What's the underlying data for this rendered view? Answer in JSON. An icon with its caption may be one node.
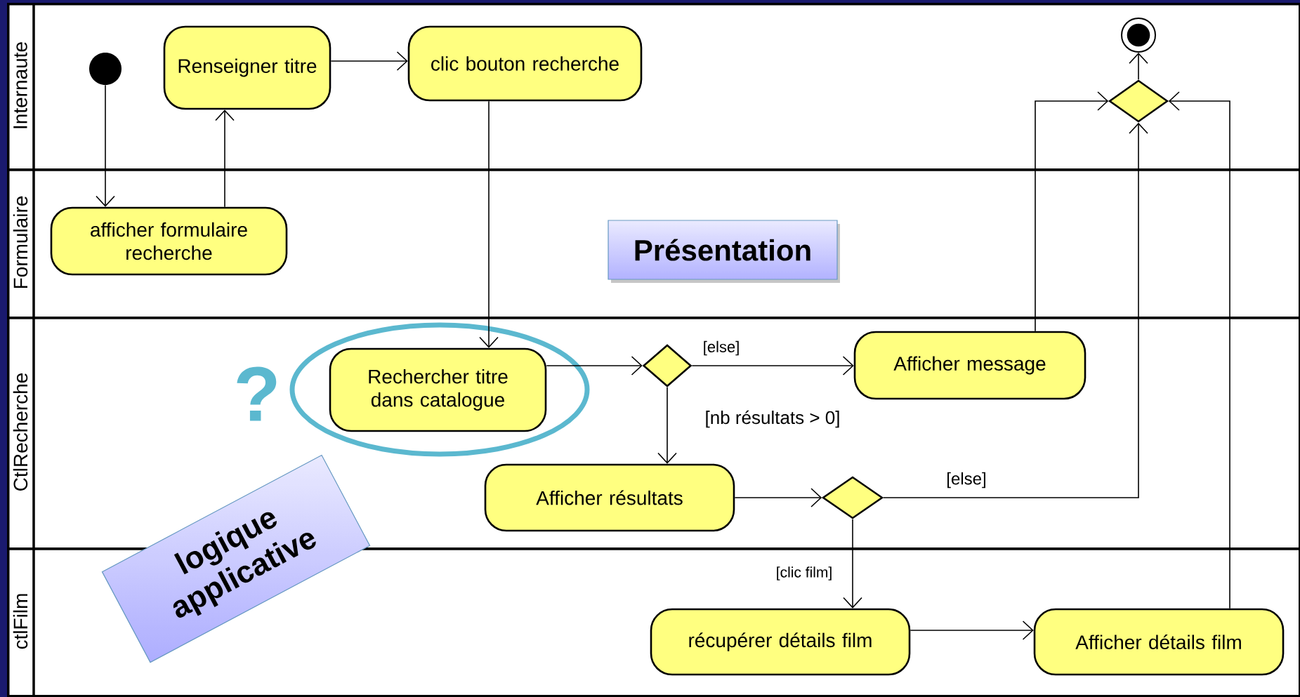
{
  "diagram": {
    "nodes": [
      {
        "text": [
          "Internaute"
        ]
      },
      {
        "text": [
          "Formulaire"
        ]
      },
      {
        "text": [
          "CtlRecherche"
        ]
      },
      {
        "text": [
          "ctlFilm"
        ]
      },
      {
        "text": [],
        "shape": "circle",
        "in": 0
      },
      {
        "text": [
          "Renseigner titre"
        ],
        "in": 0
      },
      {
        "text": [
          "clic bouton recherche"
        ],
        "in": 0
      },
      {
        "text": [],
        "shape": "bullseye",
        "in": 0
      },
      {
        "text": [],
        "shape": "diamond",
        "in": 0
      },
      {
        "text": [
          "afficher formulaire recherche"
        ],
        "in": 1
      },
      {
        "text": [
          "Présentation"
        ],
        "in": 1
      },
      {
        "text": [
          "Rechercher titre dans catalogue"
        ],
        "in": 2
      },
      {
        "text": [],
        "shape": "diamond",
        "in": 2
      },
      {
        "text": [
          "Afficher message"
        ],
        "in": 2
      },
      {
        "text": [
          "Afficher résultats"
        ],
        "in": 2
      },
      {
        "text": [],
        "shape": "diamond",
        "in": 2
      },
      {
        "text": [
          "logique applicative"
        ]
      },
      {
        "text": [
          "récupérer détails film"
        ],
        "in": 3
      },
      {
        "text": [
          "Afficher détails film"
        ],
        "in": 3
      }
    ],
    "edges": [
      {
        "from": 4,
        "to": 9,
        "arrow": "to"
      },
      {
        "from": 9,
        "to": 5,
        "arrow": "to"
      },
      {
        "from": 5,
        "to": 6,
        "arrow": "to"
      },
      {
        "from": 6,
        "to": 11,
        "arrow": "to"
      },
      {
        "from": 11,
        "to": 12,
        "arrow": "to"
      },
      {
        "from": 12,
        "to": 13,
        "arrow": "to",
        "label": "[else]"
      },
      {
        "from": 12,
        "to": 14,
        "arrow": "to",
        "label": "[nb résultats > 0]"
      },
      {
        "from": 14,
        "to": 15,
        "arrow": "to"
      },
      {
        "from": 15,
        "to": 8,
        "arrow": "to",
        "label": "[else]"
      },
      {
        "from": 15,
        "to": 17,
        "arrow": "to",
        "label": "[clic film]"
      },
      {
        "from": 17,
        "to": 18,
        "arrow": "to"
      },
      {
        "from": 13,
        "to": 8,
        "arrow": "to"
      },
      {
        "from": 18,
        "to": 8,
        "arrow": "to"
      },
      {
        "from": 8,
        "to": 7,
        "arrow": "to"
      }
    ],
    "labels": [
      "?"
    ]
  }
}
